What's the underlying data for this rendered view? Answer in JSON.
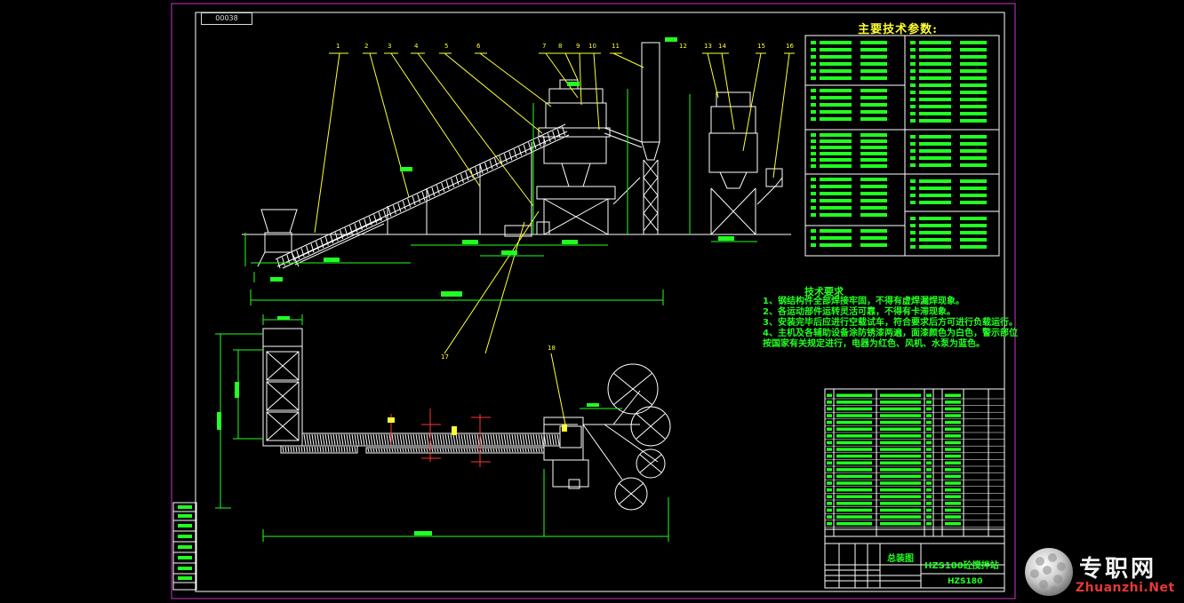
{
  "drawing": {
    "drawing_code": "00038",
    "tech_params_title": "主要技术参数:",
    "tech_requirements": {
      "title": "技术要求",
      "lines": [
        "1、钢结构件全部焊接牢固，不得有虚焊漏焊现象。",
        "2、各运动部件运转灵活可靠，不得有卡滞现象。",
        "3、安装完毕后应进行空载试车，符合要求后方可进行负载运行。",
        "4、主机及各辅助设备涂防锈漆两遍，面漆颜色为白色，警示部位",
        "   按国家有关规定进行，电器为红色、风机、水泵为蓝色。"
      ]
    },
    "title_block": {
      "assembly_label": "总装图",
      "product_name": "HZS180砼搅拌站",
      "drawing_number": "HZS180"
    },
    "balloon_numbers": [
      "1",
      "2",
      "3",
      "4",
      "5",
      "6",
      "7",
      "8",
      "9",
      "10",
      "11",
      "12",
      "13",
      "14",
      "15",
      "16",
      "17",
      "18"
    ],
    "colors": {
      "background": "#000000",
      "border": "#cc33cc",
      "frame": "#ffffff",
      "geometry": "#ffffff",
      "leaders": "#ffff33",
      "dimensions": "#22ff22",
      "text": "#22ff22",
      "highlight": "#ff3333"
    }
  },
  "watermark": {
    "text": "专职网",
    "url": "Zhuanzhi.Net",
    "logo": "globe-logo"
  }
}
